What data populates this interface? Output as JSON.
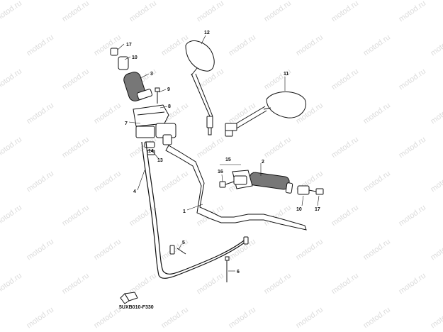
{
  "watermark": "motod.ru",
  "diagram_code": "5UXB010-F330",
  "callouts": {
    "c1": "1",
    "c2": "2",
    "c3": "3",
    "c4": "4",
    "c5": "5",
    "c6": "6",
    "c7": "7",
    "c8": "8",
    "c9": "9",
    "c10a": "10",
    "c10b": "10",
    "c11": "11",
    "c12": "12",
    "c13": "13",
    "c14": "14",
    "c15": "15",
    "c16": "16",
    "c17a": "17",
    "c17b": "17"
  }
}
